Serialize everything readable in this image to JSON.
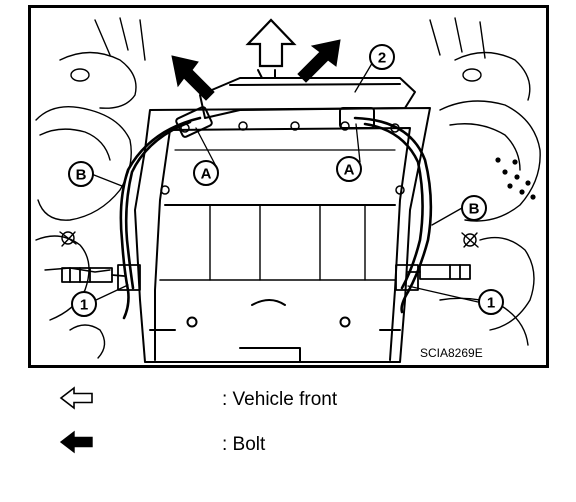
{
  "figure": {
    "code": "SCIA8269E",
    "callouts": {
      "part_1": "1",
      "part_2": "2",
      "point_a": "A",
      "point_b": "B"
    }
  },
  "legend": [
    {
      "icon": "outline-arrow-left-icon",
      "label": ": Vehicle front"
    },
    {
      "icon": "solid-arrow-left-icon",
      "label": ": Bolt"
    }
  ]
}
